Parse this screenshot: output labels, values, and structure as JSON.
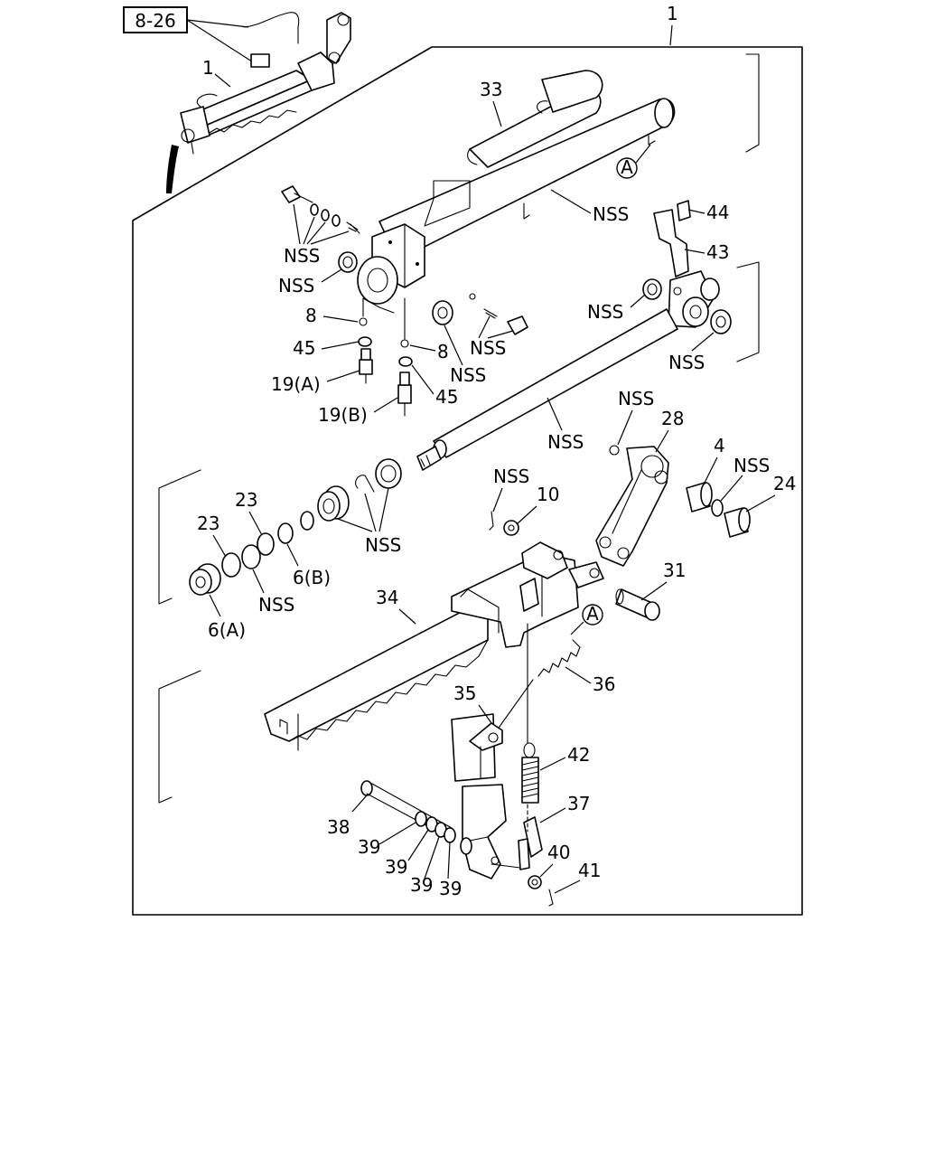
{
  "ref_box": "8-26",
  "assembly_callout": "1",
  "callouts": {
    "c1_inset": "1",
    "c33": "33",
    "circle_a_top": "A",
    "nss_shaft": "NSS",
    "c44": "44",
    "c43": "43",
    "nss_bolt_group": "NSS",
    "nss_washer_left": "NSS",
    "nss_washer_right": "NSS",
    "nss_washer_right2": "NSS",
    "c8_left": "8",
    "c8_right": "8",
    "nss_bolt_right": "NSS",
    "c45_left": "45",
    "nss_ring_mid": "NSS",
    "c19a": "19(A)",
    "c45_right": "45",
    "c19b": "19(B)",
    "nss_lower_shaft": "NSS",
    "nss_clip_top": "NSS",
    "c28": "28",
    "c4": "4",
    "nss_ring_small": "NSS",
    "c24": "24",
    "nss_pin": "NSS",
    "c10": "10",
    "c23_upper": "23",
    "c23_lower": "23",
    "nss_bushing_group": "NSS",
    "nss_ring_lower": "NSS",
    "c6b": "6(B)",
    "c6a": "6(A)",
    "c31": "31",
    "c34": "34",
    "circle_a_bottom": "A",
    "c36": "36",
    "c35": "35",
    "c42": "42",
    "c37": "37",
    "c38": "38",
    "c39_a": "39",
    "c39_b": "39",
    "c39_c": "39",
    "c39_d": "39",
    "c40": "40",
    "c41": "41"
  }
}
